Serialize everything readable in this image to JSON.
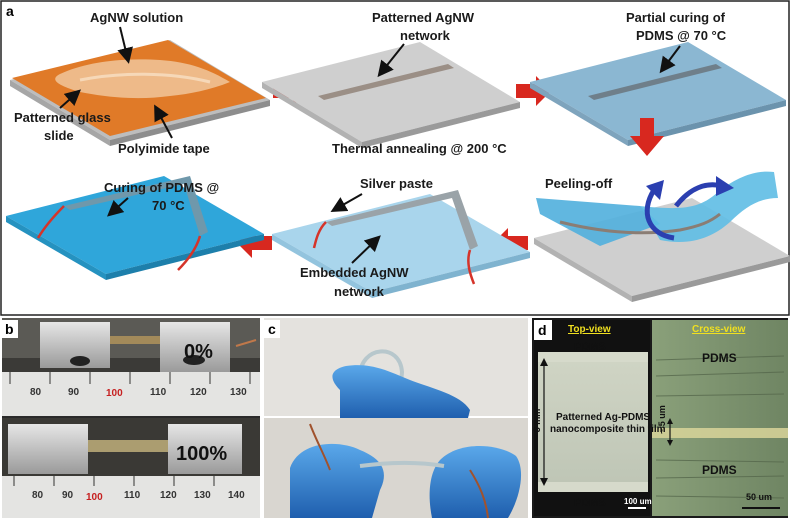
{
  "panel_a": {
    "label": "a",
    "step1_top": "AgNW solution",
    "step1_glass_1": "Patterned glass",
    "step1_glass_2": "slide",
    "step1_tape": "Polyimide tape",
    "step2_top_1": "Patterned AgNW",
    "step2_top_2": "network",
    "step2_bottom": "Thermal annealing @ 200 °C",
    "step3_top_1": "Partial curing of",
    "step3_top_2": "PDMS @ 70 °C",
    "step4": "Peeling-off",
    "step5_top": "Silver paste",
    "step5_bottom_1": "Embedded AgNW",
    "step5_bottom_2": "network",
    "step6_top_1": "Curing of PDMS @",
    "step6_top_2": "70 °C"
  },
  "panel_b": {
    "label": "b",
    "strain_top": "0%",
    "strain_bottom": "100%",
    "ruler_top": [
      "80",
      "90",
      "100",
      "110",
      "120",
      "130"
    ],
    "ruler_bottom": [
      "80",
      "90",
      "100",
      "110",
      "120",
      "130",
      "140"
    ]
  },
  "panel_c": {
    "label": "c"
  },
  "panel_d": {
    "label": "d",
    "top_view": "Top-view",
    "cross_view": "Cross-view",
    "pdms_1": "PDMS",
    "pdms_2": "PDMS",
    "pdms_3": "PDMS",
    "pdms_4": "PDMS",
    "composite_1": "Patterned Ag-PDMS",
    "composite_2": "nanocomposite thin film",
    "dim_3mm": "~ 3 mm",
    "dim_5um": "~ 5 um",
    "scale_100um": "100 um",
    "scale_50um": "50 um"
  },
  "colors": {
    "tape_orange": "#e07a28",
    "glass_grey": "#c8c8c8",
    "pdms_blue": "#5fb6d9",
    "arrow_red": "#d8281f",
    "peel_arrow_blue": "#2b3fb0",
    "glove_blue": "#2f86d6",
    "title_yellow": "#f0e020"
  }
}
